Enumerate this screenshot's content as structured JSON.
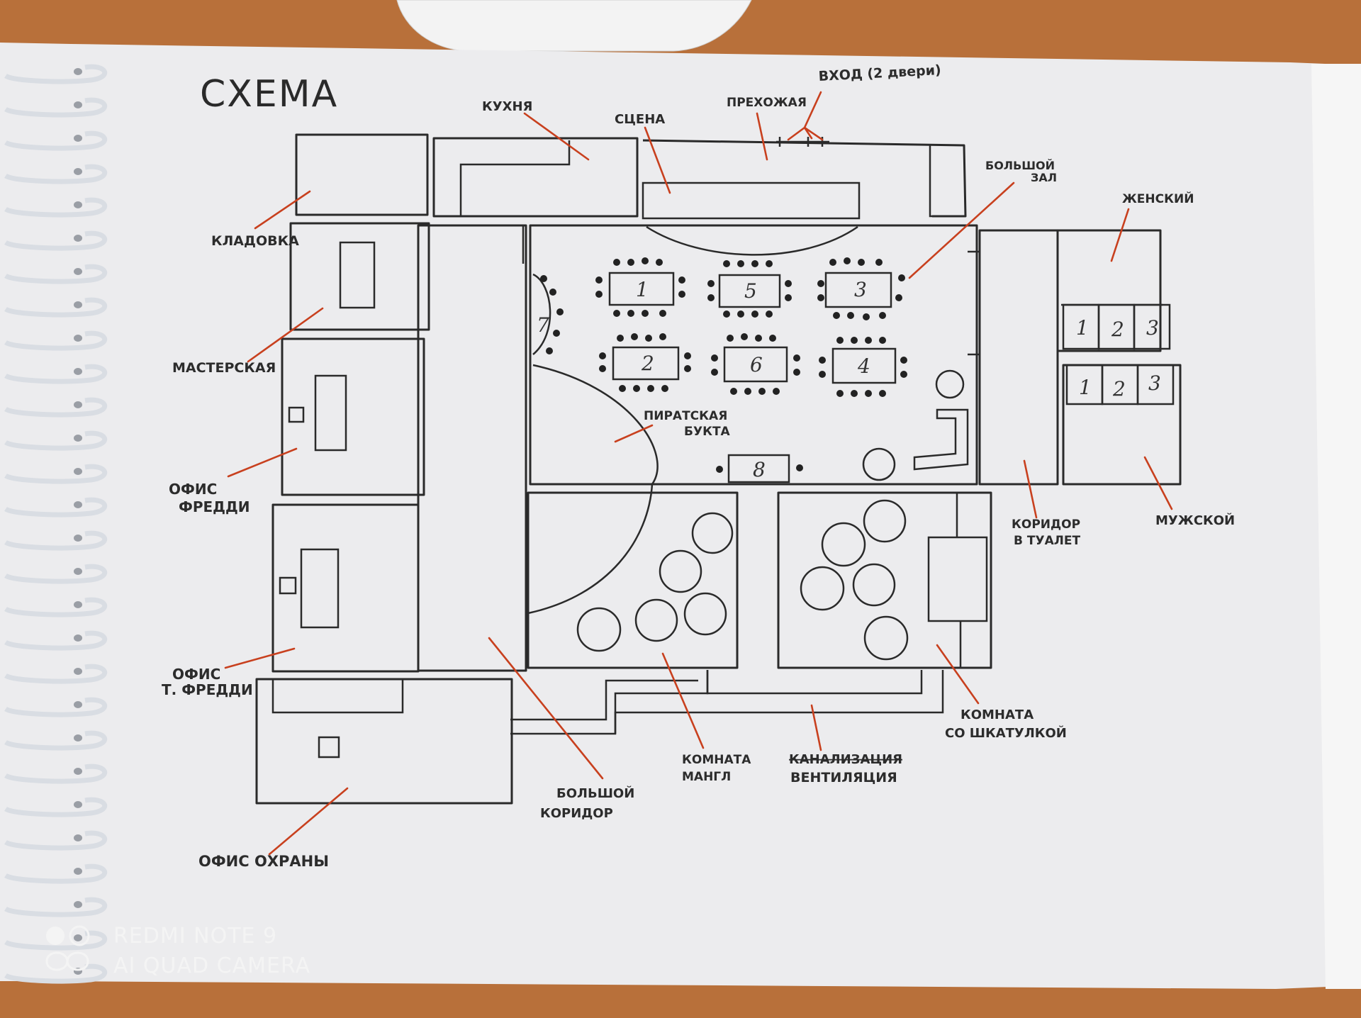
{
  "title": "СХЕМА",
  "labels": {
    "kladovka": "КЛАДОВКА",
    "kukhnya": "КУХНЯ",
    "scena": "СЦЕНА",
    "prikhozhaya": "ПРЕХОЖАЯ",
    "vkhod": "ВХОД (2 двери)",
    "bolshoy_zal_1": "БОЛЬШОЙ",
    "bolshoy_zal_2": "ЗАЛ",
    "zhenskiy": "ЖЕНСКИЙ",
    "masterskaya": "МАСТЕРСКАЯ",
    "ofis_freddi_1": "ОФИС",
    "ofis_freddi_2": "ФРЕДДИ",
    "ofis_t_freddi_1": "ОФИС",
    "ofis_t_freddi_2": "Т. ФРЕДДИ",
    "piratskaya_1": "ПИРАТСКАЯ",
    "piratskaya_2": "БУКТА",
    "koridor_tualet_1": "КОРИДОР",
    "koridor_tualet_2": "В ТУАЛЕТ",
    "muzhskoy": "МУЖСКОЙ",
    "komnata_shkatulka_1": "КОМНАТА",
    "komnata_shkatulka_2": "СО ШКАТУЛКОЙ",
    "kanalizaciya": "КАНАЛИЗАЦИЯ",
    "ventilyaciya": "ВЕНТИЛЯЦИЯ",
    "komnata_mangl_1": "КОМНАТА",
    "komnata_mangl_2": "МАНГЛ",
    "bolshoy_koridor_1": "БОЛЬШОЙ",
    "bolshoy_koridor_2": "КОРИДОР",
    "ofis_okhrany": "ОФИС  ОХРАНЫ"
  },
  "tables": [
    "1",
    "5",
    "3",
    "2",
    "6",
    "4",
    "7",
    "8"
  ],
  "stalls": [
    "1",
    "2",
    "3",
    "1",
    "2",
    "3"
  ],
  "watermark": {
    "line1": "REDMI NOTE 9",
    "line2": "AI QUAD CAMERA"
  }
}
